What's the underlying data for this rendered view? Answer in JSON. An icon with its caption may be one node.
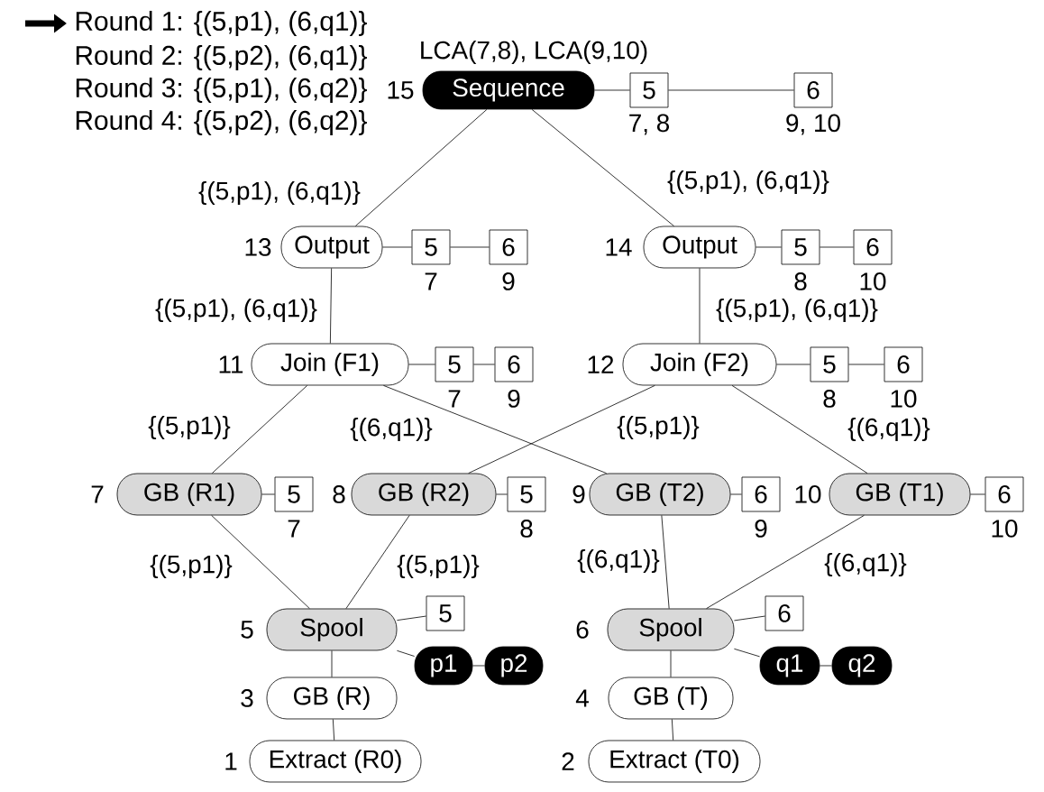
{
  "diagram": {
    "nodes": [
      {
        "text": [
          "Sequence"
        ],
        "beside": [
          "15",
          "LCA(7,8), LCA(9,10)"
        ]
      },
      {
        "text": [
          "5"
        ],
        "beside": [
          "7, 8"
        ]
      },
      {
        "text": [
          "6"
        ],
        "beside": [
          "9, 10"
        ]
      },
      {
        "text": [
          "Output"
        ],
        "beside": [
          "13"
        ]
      },
      {
        "text": [
          "5"
        ],
        "beside": [
          "7"
        ]
      },
      {
        "text": [
          "6"
        ],
        "beside": [
          "9"
        ]
      },
      {
        "text": [
          "Output"
        ],
        "beside": [
          "14"
        ]
      },
      {
        "text": [
          "5"
        ],
        "beside": [
          "8"
        ]
      },
      {
        "text": [
          "6"
        ],
        "beside": [
          "10"
        ]
      },
      {
        "text": [
          "Join (F1)"
        ],
        "beside": [
          "11"
        ]
      },
      {
        "text": [
          "5"
        ],
        "beside": [
          "7"
        ]
      },
      {
        "text": [
          "6"
        ],
        "beside": [
          "9"
        ]
      },
      {
        "text": [
          "Join (F2)"
        ],
        "beside": [
          "12"
        ]
      },
      {
        "text": [
          "5"
        ],
        "beside": [
          "8"
        ]
      },
      {
        "text": [
          "6"
        ],
        "beside": [
          "10"
        ]
      },
      {
        "text": [
          "GB (R1)"
        ],
        "beside": [
          "7"
        ]
      },
      {
        "text": [
          "5"
        ],
        "beside": [
          "7"
        ]
      },
      {
        "text": [
          "GB (R2)"
        ],
        "beside": [
          "8"
        ]
      },
      {
        "text": [
          "5"
        ],
        "beside": [
          "8"
        ]
      },
      {
        "text": [
          "GB (T2)"
        ],
        "beside": [
          "9"
        ]
      },
      {
        "text": [
          "6"
        ],
        "beside": [
          "9"
        ]
      },
      {
        "text": [
          "GB (T1)"
        ],
        "beside": [
          "10"
        ]
      },
      {
        "text": [
          "6"
        ],
        "beside": [
          "10"
        ]
      },
      {
        "text": [
          "Spool"
        ],
        "beside": [
          "5"
        ]
      },
      {
        "text": [
          "5"
        ]
      },
      {
        "text": [
          "p1"
        ]
      },
      {
        "text": [
          "p2"
        ]
      },
      {
        "text": [
          "Spool"
        ],
        "beside": [
          "6"
        ]
      },
      {
        "text": [
          "6"
        ]
      },
      {
        "text": [
          "q1"
        ]
      },
      {
        "text": [
          "q2"
        ]
      },
      {
        "text": [
          "GB (R)"
        ],
        "beside": [
          "3"
        ]
      },
      {
        "text": [
          "GB (T)"
        ],
        "beside": [
          "4"
        ]
      },
      {
        "text": [
          "Extract (R0)"
        ],
        "beside": [
          "1"
        ]
      },
      {
        "text": [
          "Extract (T0)"
        ],
        "beside": [
          "2"
        ]
      }
    ],
    "edges": [
      {
        "from": 0,
        "to": 1,
        "arrow": "none"
      },
      {
        "from": 1,
        "to": 2,
        "arrow": "none"
      },
      {
        "from": 0,
        "to": 3,
        "arrow": "none",
        "label": "{(5,p1), (6,q1)}"
      },
      {
        "from": 0,
        "to": 6,
        "arrow": "none",
        "label": "{(5,p1), (6,q1)}"
      },
      {
        "from": 3,
        "to": 4,
        "arrow": "none"
      },
      {
        "from": 4,
        "to": 5,
        "arrow": "none"
      },
      {
        "from": 6,
        "to": 7,
        "arrow": "none"
      },
      {
        "from": 7,
        "to": 8,
        "arrow": "none"
      },
      {
        "from": 3,
        "to": 9,
        "arrow": "none",
        "label": "{(5,p1), (6,q1)}"
      },
      {
        "from": 6,
        "to": 12,
        "arrow": "none",
        "label": "{(5,p1), (6,q1)}"
      },
      {
        "from": 9,
        "to": 10,
        "arrow": "none"
      },
      {
        "from": 10,
        "to": 11,
        "arrow": "none"
      },
      {
        "from": 12,
        "to": 13,
        "arrow": "none"
      },
      {
        "from": 13,
        "to": 14,
        "arrow": "none"
      },
      {
        "from": 9,
        "to": 15,
        "arrow": "none",
        "label": "{(5,p1)}"
      },
      {
        "from": 9,
        "to": 19,
        "arrow": "none",
        "label": "{(6,q1)}"
      },
      {
        "from": 12,
        "to": 17,
        "arrow": "none",
        "label": "{(5,p1)}"
      },
      {
        "from": 12,
        "to": 21,
        "arrow": "none",
        "label": "{(6,q1)}"
      },
      {
        "from": 15,
        "to": 16,
        "arrow": "none"
      },
      {
        "from": 17,
        "to": 18,
        "arrow": "none"
      },
      {
        "from": 19,
        "to": 20,
        "arrow": "none"
      },
      {
        "from": 21,
        "to": 22,
        "arrow": "none"
      },
      {
        "from": 15,
        "to": 23,
        "arrow": "none",
        "label": "{(5,p1)}"
      },
      {
        "from": 17,
        "to": 23,
        "arrow": "none",
        "label": "{(5,p1)}"
      },
      {
        "from": 19,
        "to": 27,
        "arrow": "none",
        "label": "{(6,q1)}"
      },
      {
        "from": 21,
        "to": 27,
        "arrow": "none",
        "label": "{(6,q1)}"
      },
      {
        "from": 23,
        "to": 24,
        "arrow": "none"
      },
      {
        "from": 23,
        "to": 25,
        "arrow": "none"
      },
      {
        "from": 25,
        "to": 26,
        "arrow": "none"
      },
      {
        "from": 27,
        "to": 28,
        "arrow": "none"
      },
      {
        "from": 27,
        "to": 29,
        "arrow": "none"
      },
      {
        "from": 29,
        "to": 30,
        "arrow": "none"
      },
      {
        "from": 23,
        "to": 31,
        "arrow": "none"
      },
      {
        "from": 31,
        "to": 33,
        "arrow": "none"
      },
      {
        "from": 27,
        "to": 32,
        "arrow": "none"
      },
      {
        "from": 32,
        "to": 34,
        "arrow": "none"
      }
    ],
    "labels": [
      "Round 1: {(5,p1), (6,q1)}",
      "Round 2: {(5,p2), (6,q1)}",
      "Round 3: {(5,p1), (6,q2)}",
      "Round 4: {(5,p2), (6,q2)}"
    ]
  }
}
